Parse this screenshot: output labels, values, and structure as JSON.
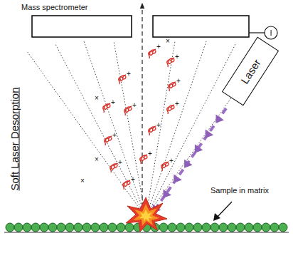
{
  "diagram": {
    "nodes": [
      {
        "text": [
          "Laser"
        ]
      },
      {
        "text": [
          "I"
        ]
      }
    ],
    "labels": [
      "Soft Laser Desorption",
      "Mass spectrometer",
      "Sample in matrix",
      "+",
      "+",
      "+",
      "+",
      "+",
      "+",
      "+",
      "+",
      "+",
      "+",
      "+",
      "+",
      "+",
      "×",
      "×",
      "×",
      "×"
    ]
  }
}
